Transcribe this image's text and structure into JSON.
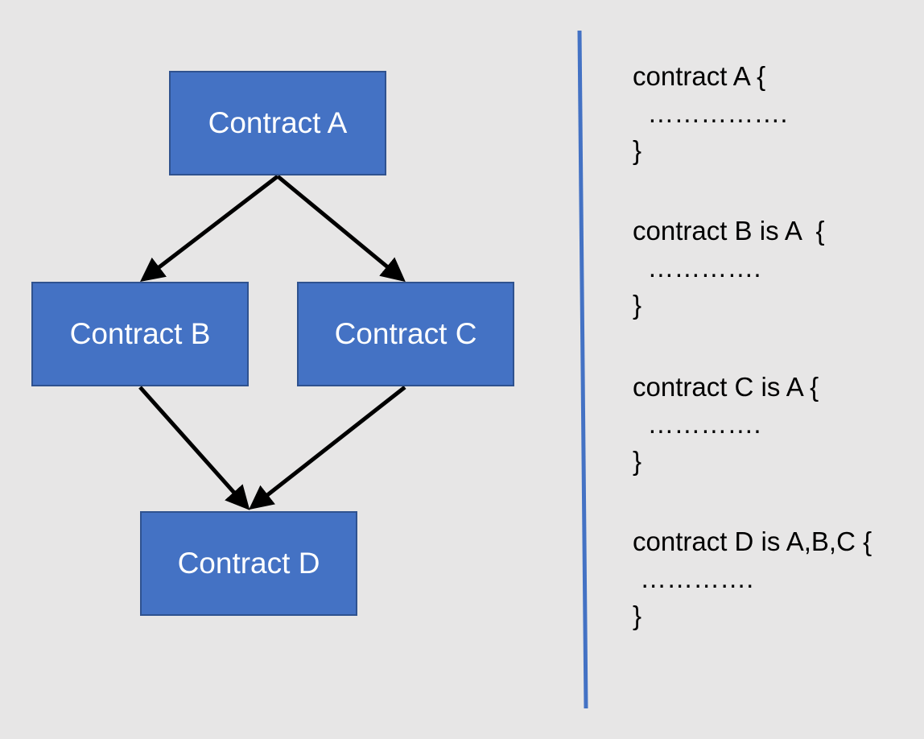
{
  "colors": {
    "background": "#e7e6e6",
    "box_fill": "#4472c4",
    "box_border": "#2f528f",
    "divider": "#4472c4",
    "arrow": "#000000"
  },
  "diagram": {
    "nodes": {
      "a": "Contract A",
      "b": "Contract B",
      "c": "Contract C",
      "d": "Contract D"
    },
    "edges": [
      {
        "from": "Contract A",
        "to": "Contract B"
      },
      {
        "from": "Contract A",
        "to": "Contract C"
      },
      {
        "from": "Contract B",
        "to": "Contract D"
      },
      {
        "from": "Contract C",
        "to": "Contract D"
      }
    ]
  },
  "code": {
    "a": {
      "head": "contract A {",
      "body": "  …………….",
      "close": "}"
    },
    "b": {
      "head": "contract B is A  {",
      "body": "  ………….",
      "close": "}"
    },
    "c": {
      "head": "contract C is A {",
      "body": "  ………….",
      "close": "}"
    },
    "d": {
      "head": "contract D is A,B,C {",
      "body": " ………….",
      "close": "}"
    }
  }
}
